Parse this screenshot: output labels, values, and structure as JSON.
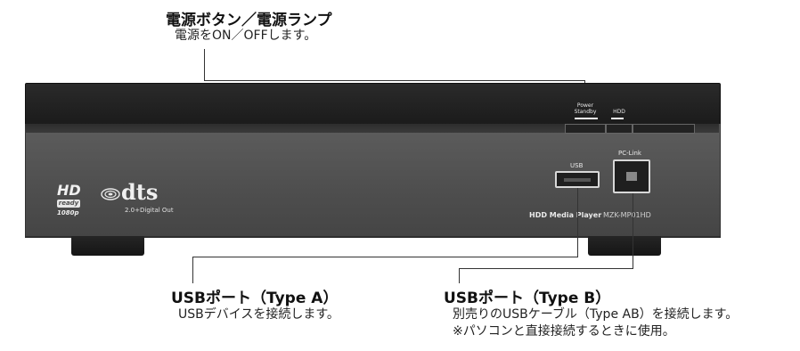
{
  "callouts": {
    "power": {
      "title": "電源ボタン／電源ランプ",
      "desc": "電源をON／OFFします。"
    },
    "usb_a": {
      "title": "USBポート（Type A）",
      "desc": "USBデバイスを接続します。"
    },
    "usb_b": {
      "title": "USBポート（Type B）",
      "desc1": "別売りのUSBケーブル（Type AB）を接続します。",
      "desc2": "※パソコンと直接接続するときに使用。"
    }
  },
  "device": {
    "power_label": "Power",
    "standby_label": "Standby",
    "hdd_label": "HDD",
    "usb_label": "USB",
    "pclink_label": "PC-Link",
    "hd_logo": "HD",
    "hd_ready": "ready",
    "hd_res": "1080p",
    "dts_logo": "dts",
    "dts_sub": "2.0+Digital Out",
    "model_bold": "HDD Media Player",
    "model_number": "MZK-MP01HD"
  },
  "colors": {
    "body_top": "#1b1b1b",
    "body_front": "#555555",
    "port_border": "#d8d8d8"
  }
}
